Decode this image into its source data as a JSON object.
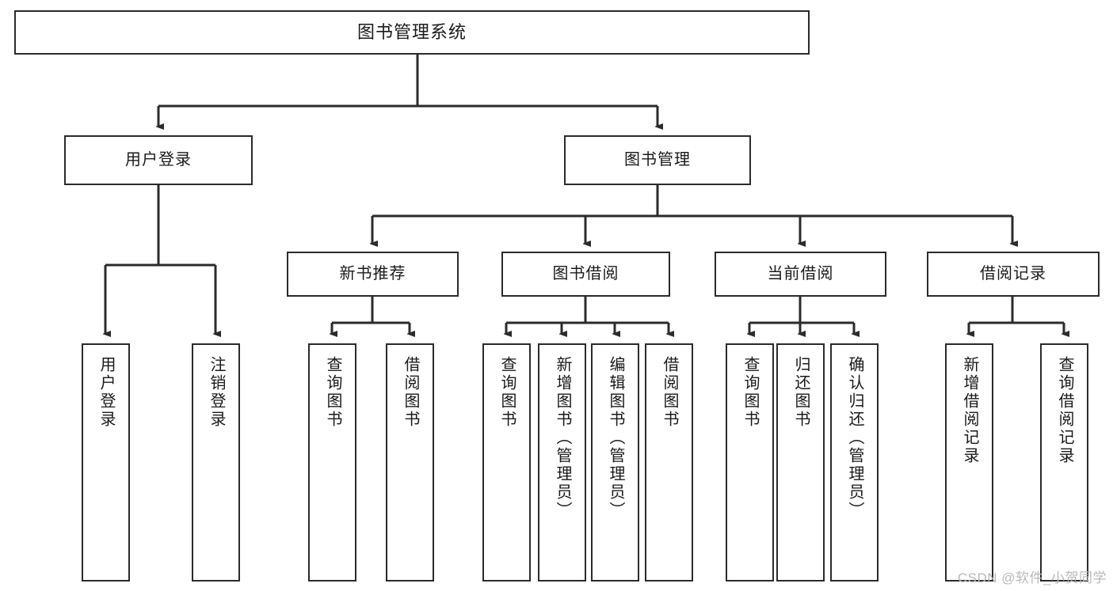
{
  "diagram": {
    "type": "hierarchy-tree",
    "title": "图书管理系统",
    "watermark": "CSDN @软件_小贺同学",
    "colors": {
      "stroke": "#2b2b2b",
      "fill": "#ffffff",
      "text": "#1a1a1a",
      "watermark": "#b9b9b9"
    },
    "nodes": {
      "root": {
        "label": "图书管理系统",
        "level": 0,
        "orientation": "horizontal"
      },
      "l1": [
        {
          "id": "user-login",
          "label": "用户登录",
          "level": 1,
          "orientation": "horizontal"
        },
        {
          "id": "book-manage",
          "label": "图书管理",
          "level": 1,
          "orientation": "horizontal"
        }
      ],
      "l2": [
        {
          "id": "new-book-recommend",
          "label": "新书推荐",
          "level": 2,
          "orientation": "horizontal",
          "parent": "book-manage"
        },
        {
          "id": "book-borrow",
          "label": "图书借阅",
          "level": 2,
          "orientation": "horizontal",
          "parent": "book-manage"
        },
        {
          "id": "current-borrow",
          "label": "当前借阅",
          "level": 2,
          "orientation": "horizontal",
          "parent": "book-manage"
        },
        {
          "id": "borrow-record",
          "label": "借阅记录",
          "level": 2,
          "orientation": "horizontal",
          "parent": "book-manage"
        }
      ],
      "leaves": [
        {
          "id": "leaf-user-login",
          "label": "用户登录",
          "parent": "user-login",
          "orientation": "vertical"
        },
        {
          "id": "leaf-user-logout",
          "label": "注销登录",
          "parent": "user-login",
          "orientation": "vertical"
        },
        {
          "id": "leaf-query-book-1",
          "label": "查询图书",
          "parent": "new-book-recommend",
          "orientation": "vertical"
        },
        {
          "id": "leaf-borrow-book-1",
          "label": "借阅图书",
          "parent": "new-book-recommend",
          "orientation": "vertical"
        },
        {
          "id": "leaf-query-book-2",
          "label": "查询图书",
          "parent": "book-borrow",
          "orientation": "vertical"
        },
        {
          "id": "leaf-add-book",
          "label": "新增图书（管理员）",
          "parent": "book-borrow",
          "orientation": "vertical"
        },
        {
          "id": "leaf-edit-book",
          "label": "编辑图书（管理员）",
          "parent": "book-borrow",
          "orientation": "vertical"
        },
        {
          "id": "leaf-borrow-book-2",
          "label": "借阅图书",
          "parent": "book-borrow",
          "orientation": "vertical"
        },
        {
          "id": "leaf-query-book-3",
          "label": "查询图书",
          "parent": "current-borrow",
          "orientation": "vertical"
        },
        {
          "id": "leaf-return-book",
          "label": "归还图书",
          "parent": "current-borrow",
          "orientation": "vertical"
        },
        {
          "id": "leaf-confirm-return",
          "label": "确认归还（管理员）",
          "parent": "current-borrow",
          "orientation": "vertical"
        },
        {
          "id": "leaf-add-record",
          "label": "新增借阅记录",
          "parent": "borrow-record",
          "orientation": "vertical"
        },
        {
          "id": "leaf-query-record",
          "label": "查询借阅记录",
          "parent": "borrow-record",
          "orientation": "vertical"
        }
      ]
    }
  }
}
